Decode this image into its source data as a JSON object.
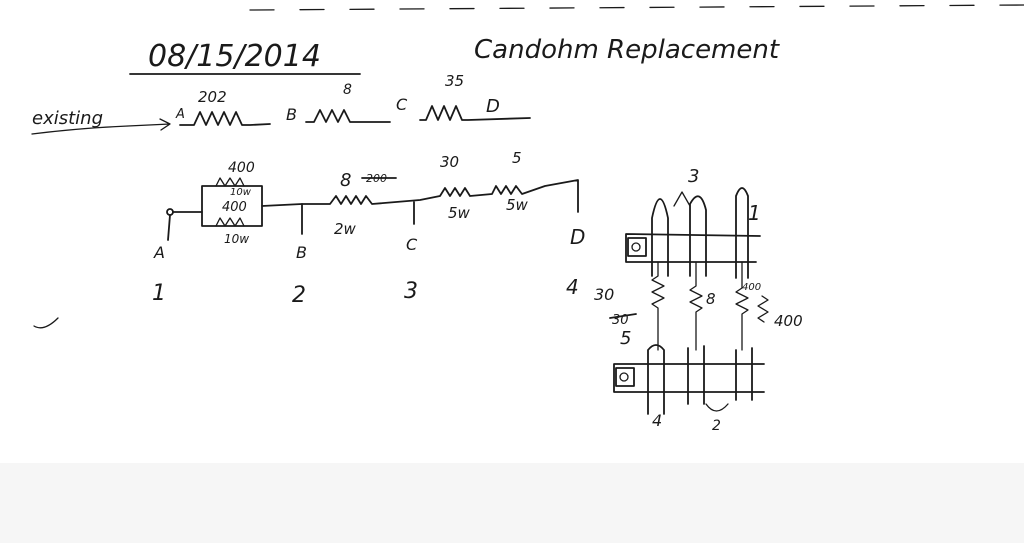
{
  "header": {
    "date": "08/15/2014",
    "title": "Candohm Replacement"
  },
  "existing_circuit": {
    "label": "existing",
    "nodes": [
      "A",
      "B",
      "C",
      "D"
    ],
    "resistors": [
      "202",
      "8",
      "35"
    ]
  },
  "new_circuit": {
    "parallel_top": {
      "value": "400",
      "rating": "10w"
    },
    "parallel_bottom": {
      "value": "400",
      "rating": "10w"
    },
    "r_b_c": {
      "value": "8",
      "struck": "200",
      "rating": "2w"
    },
    "r_c_d_1": {
      "value": "30",
      "rating": "5w"
    },
    "r_c_d_2": {
      "value": "5",
      "rating": "5w"
    },
    "nodes": [
      "A",
      "B",
      "C",
      "D"
    ],
    "terminal_numbers": [
      "1",
      "2",
      "3",
      "4"
    ]
  },
  "assembly": {
    "top_label": "3",
    "top_right_label": "1",
    "bottom_left_label": "4",
    "bottom_mid_label": "2",
    "left_value": "30",
    "left_struck": "30",
    "left_value_2": "5",
    "middle_value": "8",
    "right_inner_value": "400",
    "right_outer_value": "400",
    "side_number": "4"
  }
}
